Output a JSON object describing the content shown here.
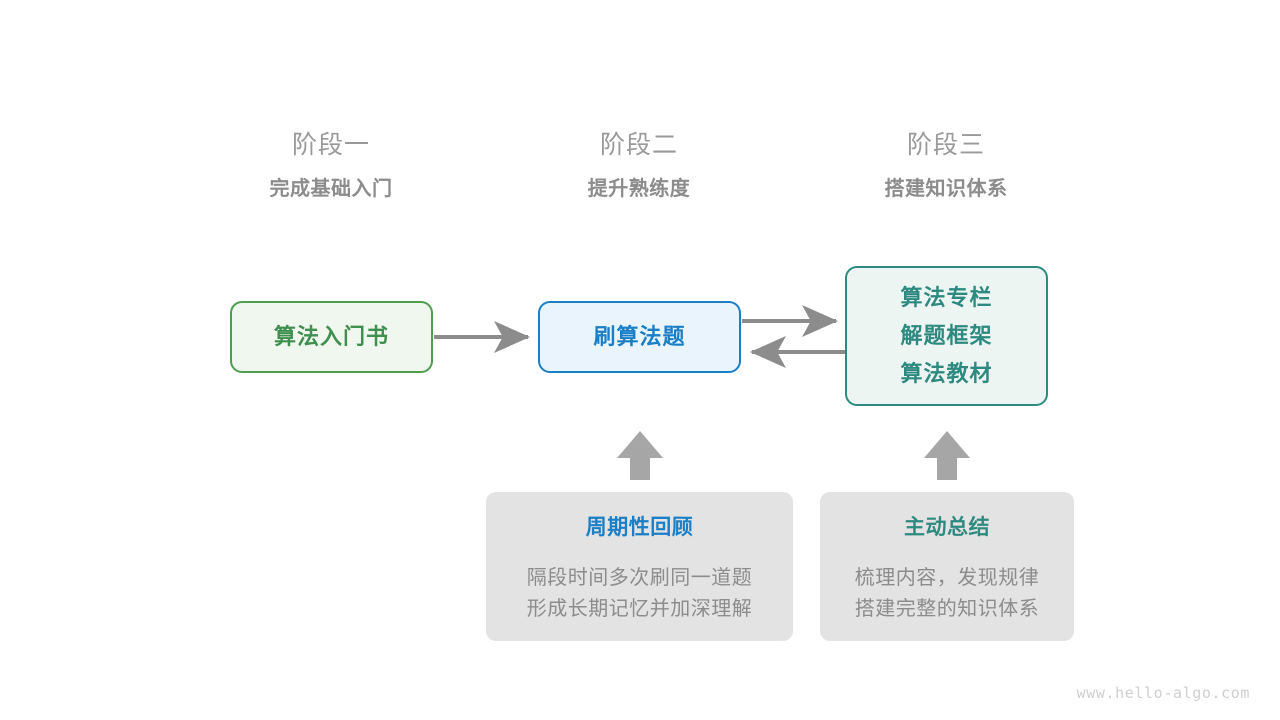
{
  "diagram": {
    "title_watermark": "www.hello-algo.com",
    "stages": [
      {
        "title": "阶段一",
        "subtitle": "完成基础入门"
      },
      {
        "title": "阶段二",
        "subtitle": "提升熟练度"
      },
      {
        "title": "阶段三",
        "subtitle": "搭建知识体系"
      }
    ],
    "nodes": [
      {
        "id": "intro-book",
        "lines": [
          "算法入门书"
        ],
        "color": "#3f8f4f",
        "border": "#4f9d4f",
        "fill": "#f0f7ef"
      },
      {
        "id": "practice",
        "lines": [
          "刷算法题"
        ],
        "color": "#1a7fc6",
        "border": "#1a7fc6",
        "fill": "#e9f4fd"
      },
      {
        "id": "resources",
        "lines": [
          "算法专栏",
          "解题框架",
          "算法教材"
        ],
        "color": "#2e8a80",
        "border": "#2e8a80",
        "fill": "#edf5f3"
      }
    ],
    "notes": [
      {
        "id": "periodic-review",
        "title": "周期性回顾",
        "title_color": "#1a7fc6",
        "body_lines": [
          "隔段时间多次刷同一道题",
          "形成长期记忆并加深理解"
        ]
      },
      {
        "id": "active-summary",
        "title": "主动总结",
        "title_color": "#2e8a80",
        "body_lines": [
          "梳理内容，发现规律",
          "搭建完整的知识体系"
        ]
      }
    ],
    "connectors": [
      {
        "id": "book-to-practice",
        "from": "intro-book",
        "to": "practice",
        "direction": "right"
      },
      {
        "id": "practice-to-resources",
        "from": "practice",
        "to": "resources",
        "direction": "right"
      },
      {
        "id": "resources-to-practice",
        "from": "resources",
        "to": "practice",
        "direction": "left"
      },
      {
        "id": "review-to-practice",
        "from": "periodic-review",
        "to": "practice",
        "direction": "up"
      },
      {
        "id": "summary-to-resources",
        "from": "active-summary",
        "to": "resources",
        "direction": "up"
      }
    ],
    "arrow_color": "#8c8c8c"
  }
}
